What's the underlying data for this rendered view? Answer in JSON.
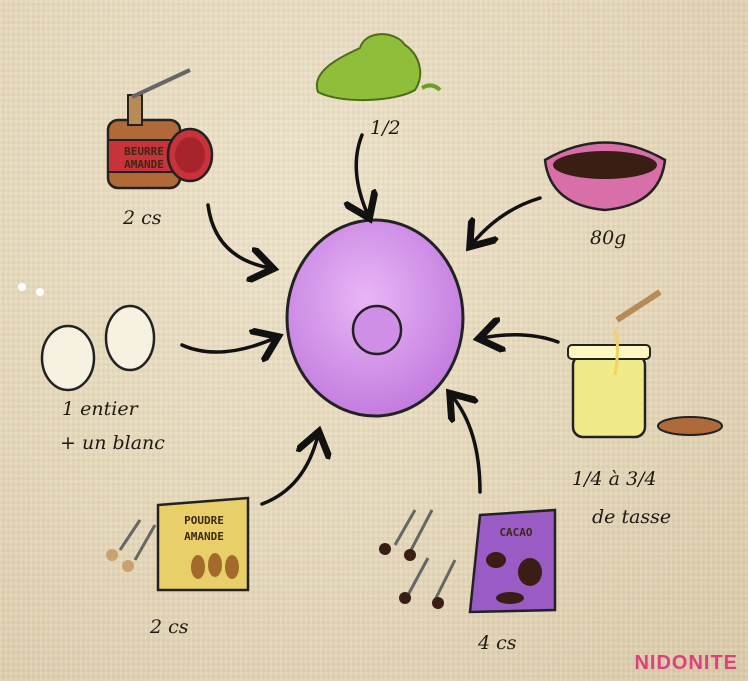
{
  "labels": {
    "matcha": "1/2",
    "beurre": "2 cs",
    "chocolat": "80g",
    "oeufs_1": "1 entier",
    "oeufs_2": "+ un blanc",
    "miel_1": "1/4 à 3/4",
    "miel_2": "de tasse",
    "poudre": "2 cs",
    "cacao": "4 cs"
  },
  "packages": {
    "beurre_line1": "BEURRE",
    "beurre_line2": "AMANDE",
    "poudre_line1": "POUDRE",
    "poudre_line2": "AMANDE",
    "cacao": "CACAO"
  },
  "brand": "NIDONITE",
  "colors": {
    "donut": "#d48fe8",
    "donut_edge": "#b46ad1",
    "matcha": "#8fbe3a",
    "jar_red": "#c8323a",
    "honey": "#f0ea8a",
    "cacao_bag": "#9a5bc4",
    "almond_bag": "#e8cf6a",
    "brand": "#e0407a"
  }
}
